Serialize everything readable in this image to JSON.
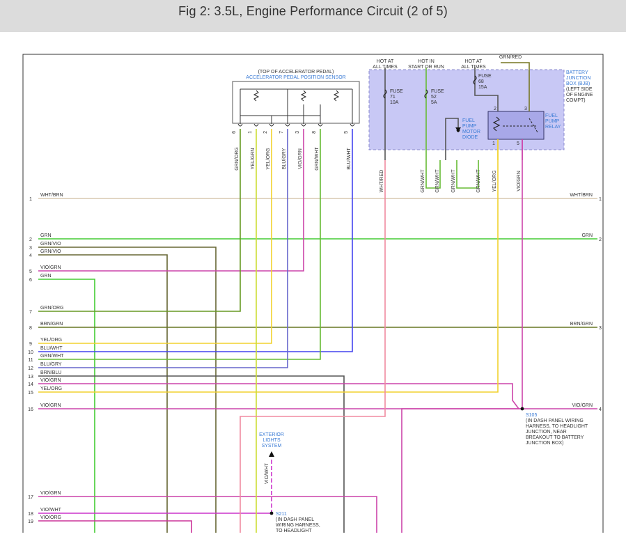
{
  "title": "Fig 2: 3.5L, Engine Performance Circuit (2 of 5)",
  "colors": {
    "text_dark": "#333333",
    "text_blue": "#3a7bd5",
    "bjb_fill": "#c8c8f5",
    "bjb_border": "#8888cc",
    "wht_brn": "#d8c8b0",
    "grn": "#44cc33",
    "grn_vio": "#666633",
    "vio_grn": "#cc44aa",
    "yel_org": "#f2d22e",
    "blu_wht": "#4444ee",
    "grn_wht": "#66bb33",
    "blu_gry": "#6666cc",
    "brn_blu": "#555555",
    "brn_grn": "#667722",
    "wht_red": "#f08aa0",
    "vio_wht": "#cc33cc",
    "vio_org": "#cc3399",
    "grn_red": "#777722",
    "yel_grn": "#ccdd33",
    "grn_org": "#669922"
  },
  "rows": [
    {
      "num": "1",
      "label": "WHT/BRN",
      "right_label": "WHT/BRN",
      "right_num": "1"
    },
    {
      "num": "2",
      "label": "GRN",
      "right_label": "GRN",
      "right_num": "2"
    },
    {
      "num": "3",
      "label": "GRN/VIO"
    },
    {
      "num": "4",
      "label": "GRN/VIO"
    },
    {
      "num": "5",
      "label": "VIO/GRN"
    },
    {
      "num": "6",
      "label": "GRN"
    },
    {
      "num": "7",
      "label": "GRN/ORG"
    },
    {
      "num": "8",
      "label": "BRN/GRN",
      "right_label": "BRN/GRN",
      "right_num": "3"
    },
    {
      "num": "9",
      "label": "YEL/ORG"
    },
    {
      "num": "10",
      "label": "BLU/WHT"
    },
    {
      "num": "11",
      "label": "GRN/WHT"
    },
    {
      "num": "12",
      "label": "BLU/GRY"
    },
    {
      "num": "13",
      "label": "BRN/BLU"
    },
    {
      "num": "14",
      "label": "VIO/GRN"
    },
    {
      "num": "15",
      "label": "YEL/ORG"
    },
    {
      "num": "16",
      "label": "VIO/GRN",
      "right_label": "VIO/GRN",
      "right_num": "4"
    },
    {
      "num": "17",
      "label": "VIO/GRN"
    },
    {
      "num": "18",
      "label": "VIO/WHT"
    },
    {
      "num": "19",
      "label": "VIO/ORG"
    }
  ],
  "app_sensor": {
    "line1": "(TOP OF ACCELERATOR PEDAL)",
    "line2": "ACCELERATOR PEDAL POSITION SENSOR",
    "pins": [
      "6",
      "1",
      "2",
      "7",
      "3",
      "8",
      "5"
    ],
    "wires": [
      "GRN/ORG",
      "YEL/GRN",
      "YEL/ORG",
      "BLU/GRY",
      "VIO/GRN",
      "GRN/WHT",
      "BLU/WHT"
    ]
  },
  "bjb": {
    "hot1": [
      "HOT AT",
      "ALL TIMES"
    ],
    "hot2": [
      "HOT IN",
      "START OR RUN"
    ],
    "hot3": [
      "HOT AT",
      "ALL TIMES"
    ],
    "top_wire": "GRN/RED",
    "fuse71": [
      "FUSE",
      "71",
      "10A"
    ],
    "fuse52": [
      "FUSE",
      "52",
      "5A"
    ],
    "fuse68": [
      "FUSE",
      "68",
      "15A"
    ],
    "name": [
      "BATTERY",
      "JUNCTION",
      "BOX (BJB)",
      "(LEFT SIDE",
      "OF ENGINE",
      "COMPT)"
    ],
    "diode": [
      "FUEL",
      "PUMP",
      "MOTOR",
      "DIODE"
    ],
    "relay": [
      "FUEL",
      "PUMP",
      "RELAY"
    ],
    "relay_pins": [
      "2",
      "3",
      "1",
      "5"
    ],
    "out_wires": [
      "WHT/RED",
      "GRN/WHT",
      "GRN/WHT",
      "GRN/WHT",
      "GRN/WHT",
      "YEL/ORG",
      "VIO/GRN"
    ]
  },
  "s105": {
    "id": "S105",
    "desc": [
      "(IN DASH PANEL WIRING",
      "HARNESS, TO HEADLIGHT",
      "JUNCTION, NEAR",
      "BREAKOUT TO BATTERY",
      "JUNCTION BOX)"
    ]
  },
  "exterior": {
    "lines": [
      "EXTERIOR",
      "LIGHTS",
      "SYSTEM"
    ],
    "wire": "VIO/WHT"
  },
  "s211": {
    "id": "S211",
    "desc": [
      "(IN DASH PANEL",
      "WIRING HARNESS,",
      "TO HEADLIGHT"
    ]
  }
}
